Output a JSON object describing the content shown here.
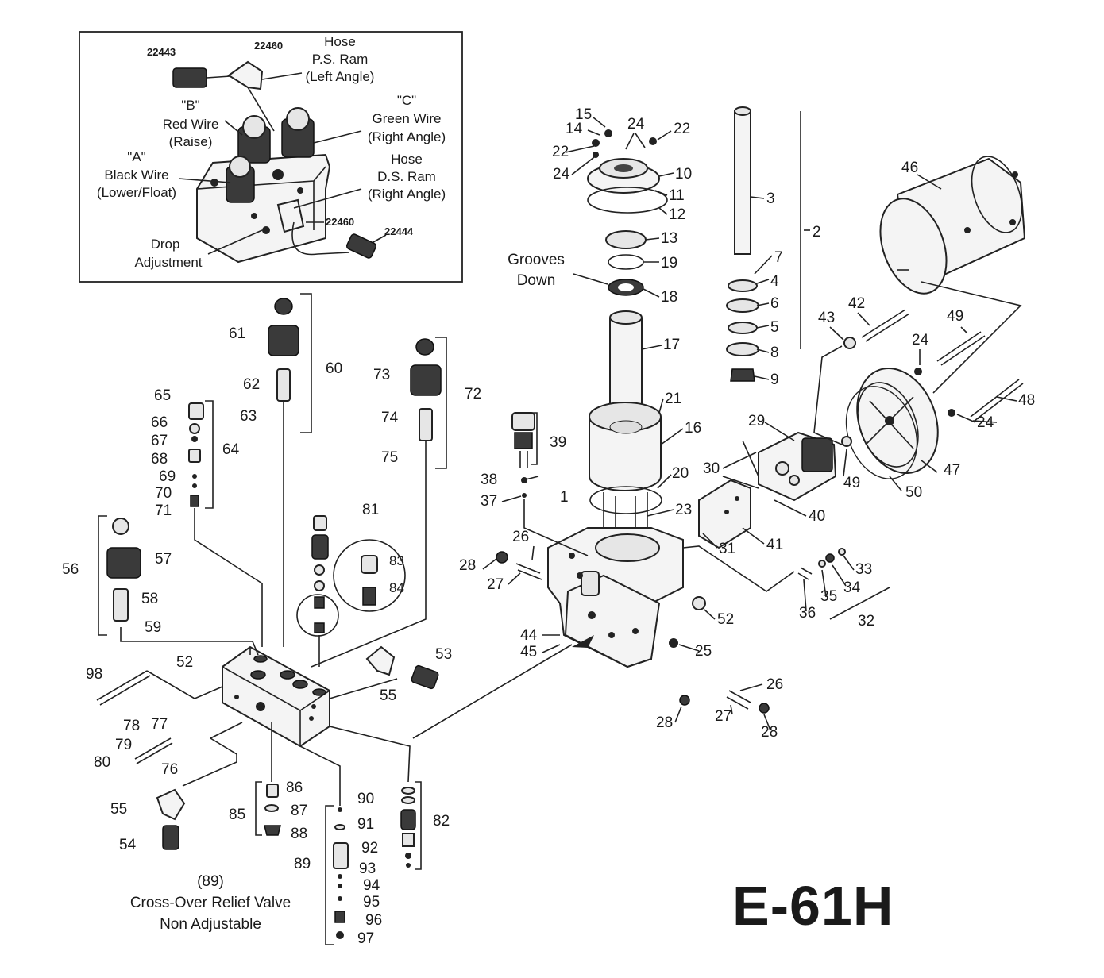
{
  "title": "E-61H",
  "inset": {
    "hose_ps": [
      "Hose",
      "P.S. Ram",
      "(Left Angle)"
    ],
    "wire_b": [
      "\"B\"",
      "Red Wire",
      "(Raise)"
    ],
    "wire_c": [
      "\"C\"",
      "Green Wire",
      "(Right Angle)"
    ],
    "wire_a": [
      "\"A\"",
      "Black Wire",
      "(Lower/Float)"
    ],
    "hose_ds": [
      "Hose",
      "D.S. Ram",
      "(Right Angle)"
    ],
    "drop": [
      "Drop",
      "Adjustment"
    ],
    "pn_22443": "22443",
    "pn_22460a": "22460",
    "pn_22460b": "22460",
    "pn_22444": "22444"
  },
  "grooves": [
    "Grooves",
    "Down"
  ],
  "relief_note": [
    "(89)",
    "Cross-Over Relief Valve",
    "Non Adjustable"
  ],
  "callouts": {
    "c1": "1",
    "c2": "2",
    "c3": "3",
    "c4": "4",
    "c5": "5",
    "c6": "6",
    "c7": "7",
    "c8": "8",
    "c9": "9",
    "c10": "10",
    "c11": "11",
    "c12": "12",
    "c13": "13",
    "c14": "14",
    "c15": "15",
    "c16": "16",
    "c17": "17",
    "c18": "18",
    "c19": "19",
    "c20": "20",
    "c21": "21",
    "c22a": "22",
    "c22b": "22",
    "c23": "23",
    "c24a": "24",
    "c24b": "24",
    "c24c": "24",
    "c24d": "24",
    "c25": "25",
    "c26a": "26",
    "c26b": "26",
    "c27a": "27",
    "c27b": "27",
    "c28a": "28",
    "c28b": "28",
    "c28c": "28",
    "c29": "29",
    "c30": "30",
    "c31": "31",
    "c32": "32",
    "c33": "33",
    "c34": "34",
    "c35": "35",
    "c36": "36",
    "c37": "37",
    "c38": "38",
    "c39": "39",
    "c40": "40",
    "c41": "41",
    "c42": "42",
    "c43": "43",
    "c44": "44",
    "c45": "45",
    "c46": "46",
    "c47": "47",
    "c48": "48",
    "c49a": "49",
    "c49b": "49",
    "c50": "50",
    "c52a": "52",
    "c52b": "52",
    "c53": "53",
    "c54": "54",
    "c55a": "55",
    "c55b": "55",
    "c56": "56",
    "c57": "57",
    "c58": "58",
    "c59": "59",
    "c60": "60",
    "c61": "61",
    "c62": "62",
    "c63": "63",
    "c64": "64",
    "c65": "65",
    "c66": "66",
    "c67": "67",
    "c68": "68",
    "c69": "69",
    "c70": "70",
    "c71": "71",
    "c72": "72",
    "c73": "73",
    "c74": "74",
    "c75": "75",
    "c76": "76",
    "c77": "77",
    "c78": "78",
    "c79": "79",
    "c80": "80",
    "c81": "81",
    "c82": "82",
    "c83": "83",
    "c84": "84",
    "c85": "85",
    "c86": "86",
    "c87": "87",
    "c88": "88",
    "c89": "89",
    "c90": "90",
    "c91": "91",
    "c92": "92",
    "c93": "93",
    "c94": "94",
    "c95": "95",
    "c96": "96",
    "c97": "97",
    "c98": "98"
  }
}
